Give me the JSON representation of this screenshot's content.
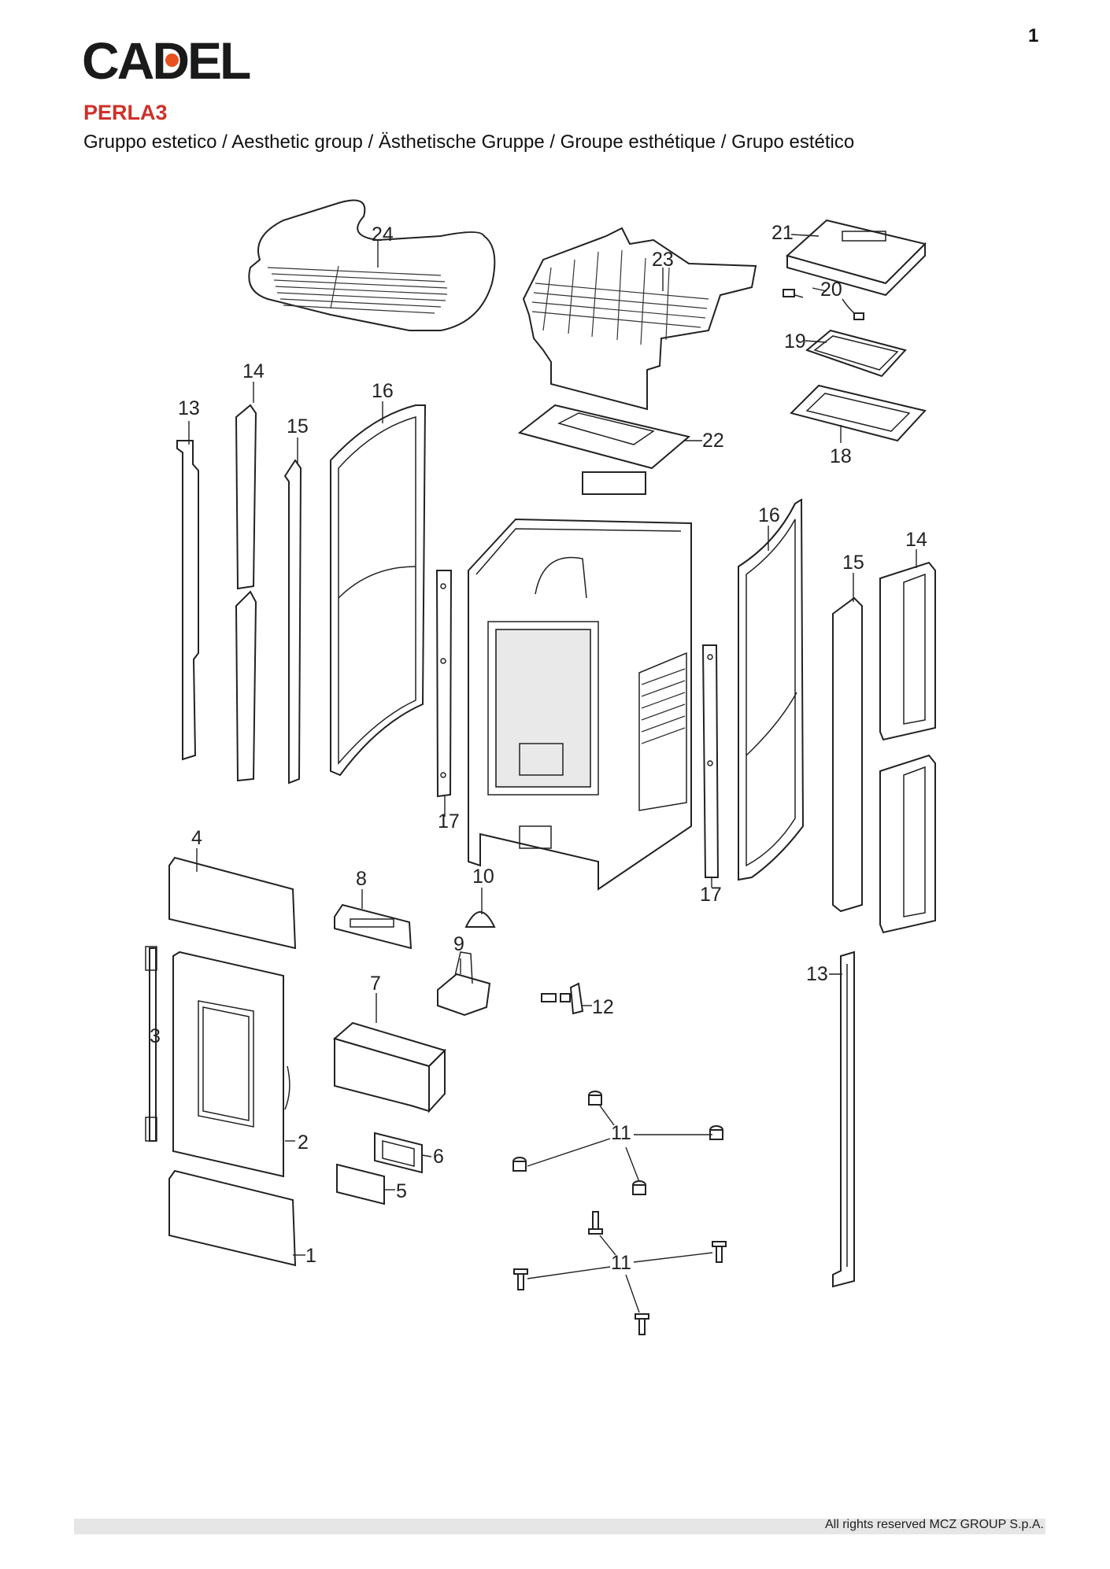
{
  "page_number": "1",
  "brand": {
    "logo_text": "CADEL",
    "accent_color": "#e8501f"
  },
  "model": "PERLA3",
  "subtitle": "Gruppo estetico / Aesthetic group / Ästhetische Gruppe / Groupe esthétique / Grupo estético",
  "colors": {
    "model_title": "#d0302a",
    "line": "#222222"
  },
  "callouts": {
    "c1": "1",
    "c2": "2",
    "c3": "3",
    "c4": "4",
    "c5": "5",
    "c6": "6",
    "c7": "7",
    "c8": "8",
    "c9": "9",
    "c10": "10",
    "c11": "11",
    "c12": "12",
    "c13": "13",
    "c14": "14",
    "c15": "15",
    "c16": "16",
    "c17": "17",
    "c18": "18",
    "c19": "19",
    "c20": "20",
    "c21": "21",
    "c22": "22",
    "c23": "23",
    "c24": "24"
  },
  "footer": "All rights reserved MCZ GROUP S.p.A."
}
